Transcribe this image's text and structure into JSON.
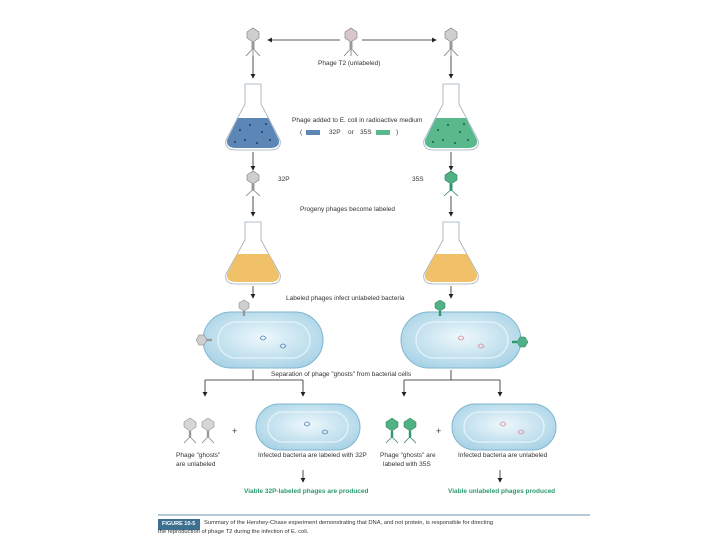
{
  "labels": {
    "phage_t2": "Phage T2 (unlabeled)",
    "phage_added": "Phage added to E. coli in radioactive medium",
    "medium_open": "(",
    "isotope_p": "32P",
    "medium_or": "or",
    "isotope_s": "35S",
    "medium_close": ")",
    "left_isotope": "32P",
    "right_isotope": "35S",
    "progeny": "Progeny phages become labeled",
    "labeled_infect": "Labeled phages infect unlabeled bacteria",
    "separation": "Separation of phage \"ghosts\" from bacterial cells",
    "ghosts_unlabeled_1": "Phage \"ghosts\"",
    "ghosts_unlabeled_2": "are unlabeled",
    "infected_labeled": "Infected bacteria are labeled with 32P",
    "ghosts_labeled_1": "Phage \"ghosts\" are",
    "ghosts_labeled_2": "labeled with 35S",
    "infected_unlabeled": "Infected bacteria are unlabeled",
    "viable_labeled": "Viable 32P-labeled phages are produced",
    "viable_unlabeled": "Viable unlabeled phages produced",
    "plus_left": "+",
    "plus_right": "+"
  },
  "figure": {
    "tag": "FIGURE 10-5",
    "caption_1": "Summary of the Hershey-Chase experiment demonstrating that DNA, and not protein, is responsible for directing",
    "caption_2": "the reproduction of phage T2 during the infection of E. coli."
  },
  "colors": {
    "phosphorus_blue": "#5b86b5",
    "sulfur_green": "#59b98d",
    "bacteria": "#bfe0ee",
    "flask_orange": "#f1c16a",
    "label_green": "#2c9a6c"
  }
}
